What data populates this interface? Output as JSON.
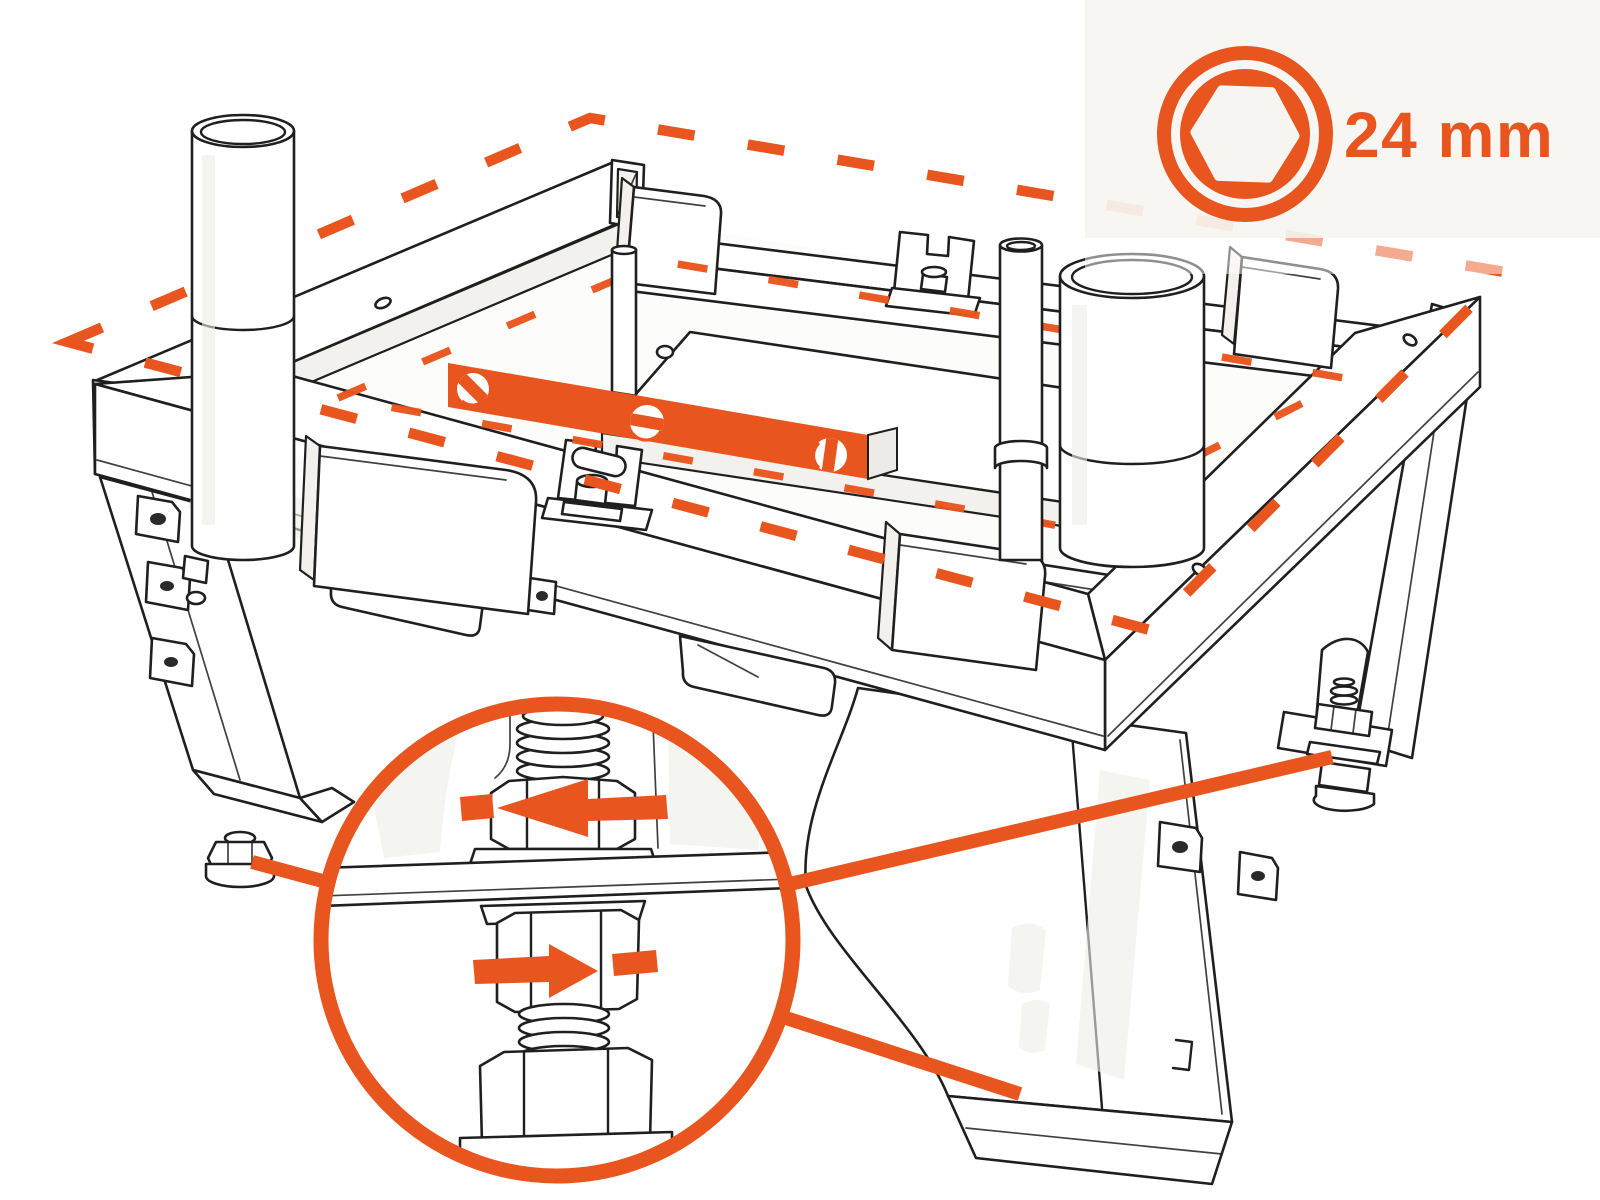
{
  "badge": {
    "label": "24 mm",
    "icon": "hex-socket-icon"
  },
  "colors": {
    "accent": "#E8551E",
    "ink": "#1F1F1F",
    "paper": "#FFFFFF",
    "panel": "#F6F5F2",
    "shade": "#ECECE8",
    "levelcap": "#ECEBE7"
  },
  "illustration": {
    "kind": "assembly-leveling-instruction",
    "level_plane": "dashed-outline-on-stand-top",
    "spirit_level_vials": [
      "diagonal",
      "horizontal",
      "vertical"
    ],
    "callout": {
      "subject": "leveling-foot-jam-nuts",
      "upper_arrow": "turn-left",
      "lower_arrow": "turn-right"
    },
    "leader_targets": [
      "front-left-foot",
      "rear-right-foot",
      "front-right-foot"
    ]
  }
}
